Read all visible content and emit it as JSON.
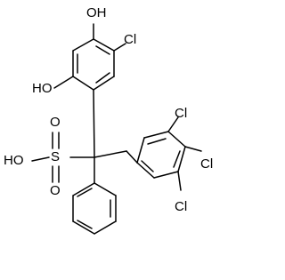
{
  "molecule": {
    "labels": {
      "oh_top": "OH",
      "cl_upper_ring": "Cl",
      "oh_left": "HO",
      "cl_3": "Cl",
      "cl_4": "Cl",
      "cl_5": "Cl",
      "sulfonic_oh": "HO",
      "sulfur": "S",
      "oxygen_top": "O",
      "oxygen_bottom": "O"
    }
  }
}
